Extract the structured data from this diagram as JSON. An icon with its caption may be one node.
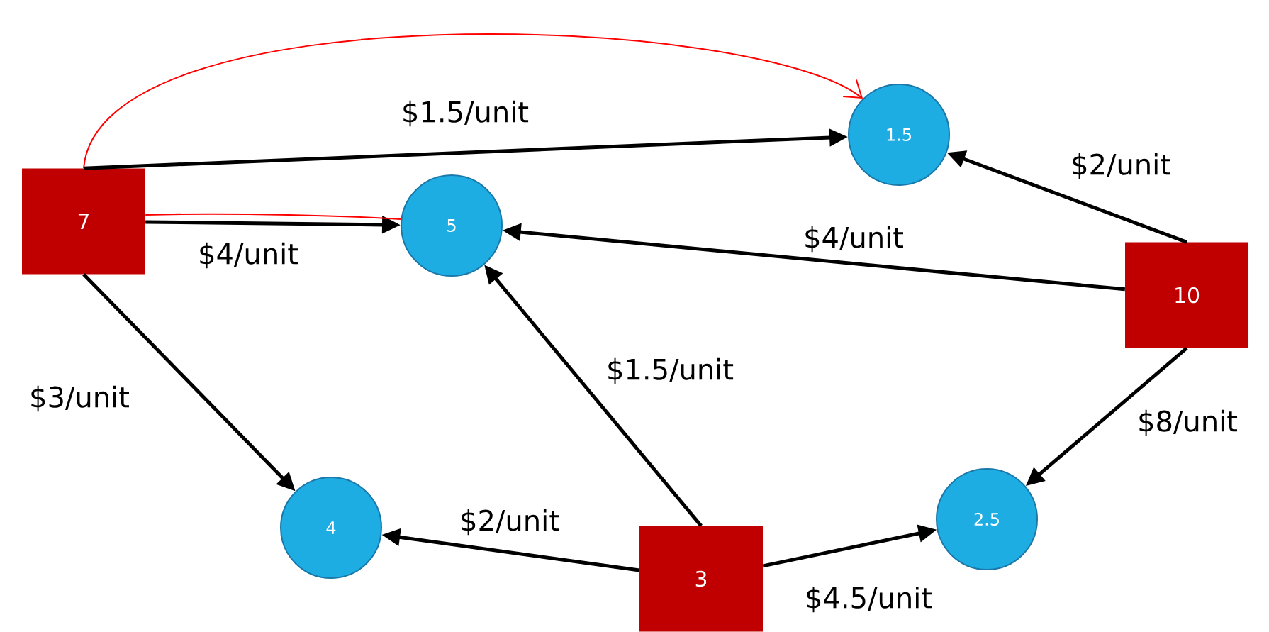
{
  "diagram": {
    "nodes": [
      {
        "text": [
          "1.5"
        ]
      },
      {
        "text": [
          "7"
        ]
      },
      {
        "text": [
          "5"
        ]
      },
      {
        "text": [
          "10"
        ]
      },
      {
        "text": [
          "4"
        ]
      },
      {
        "text": [
          "3"
        ]
      },
      {
        "text": [
          "2.5"
        ]
      }
    ],
    "edges": [
      {
        "from": 1,
        "to": 0,
        "arrow": "to",
        "label": "$1.5/unit"
      },
      {
        "from": 1,
        "to": 2,
        "arrow": "to",
        "label": "$4/unit"
      },
      {
        "from": 1,
        "to": 4,
        "arrow": "to",
        "label": "$3/unit"
      },
      {
        "from": 3,
        "to": 0,
        "arrow": "to",
        "label": "$2/unit"
      },
      {
        "from": 3,
        "to": 2,
        "arrow": "to",
        "label": "$4/unit"
      },
      {
        "from": 3,
        "to": 6,
        "arrow": "to",
        "label": "$8/unit"
      },
      {
        "from": 5,
        "to": 2,
        "arrow": "to",
        "label": "$1.5/unit"
      },
      {
        "from": 5,
        "to": 4,
        "arrow": "to",
        "label": "$2/unit"
      },
      {
        "from": 5,
        "to": 6,
        "arrow": "to",
        "label": "$4.5/unit"
      },
      {
        "from": 1,
        "to": 0,
        "arrow": "to",
        "color": "#ff0000"
      },
      {
        "from": 1,
        "to": 2,
        "arrow": "none",
        "color": "#ff0000"
      }
    ]
  }
}
